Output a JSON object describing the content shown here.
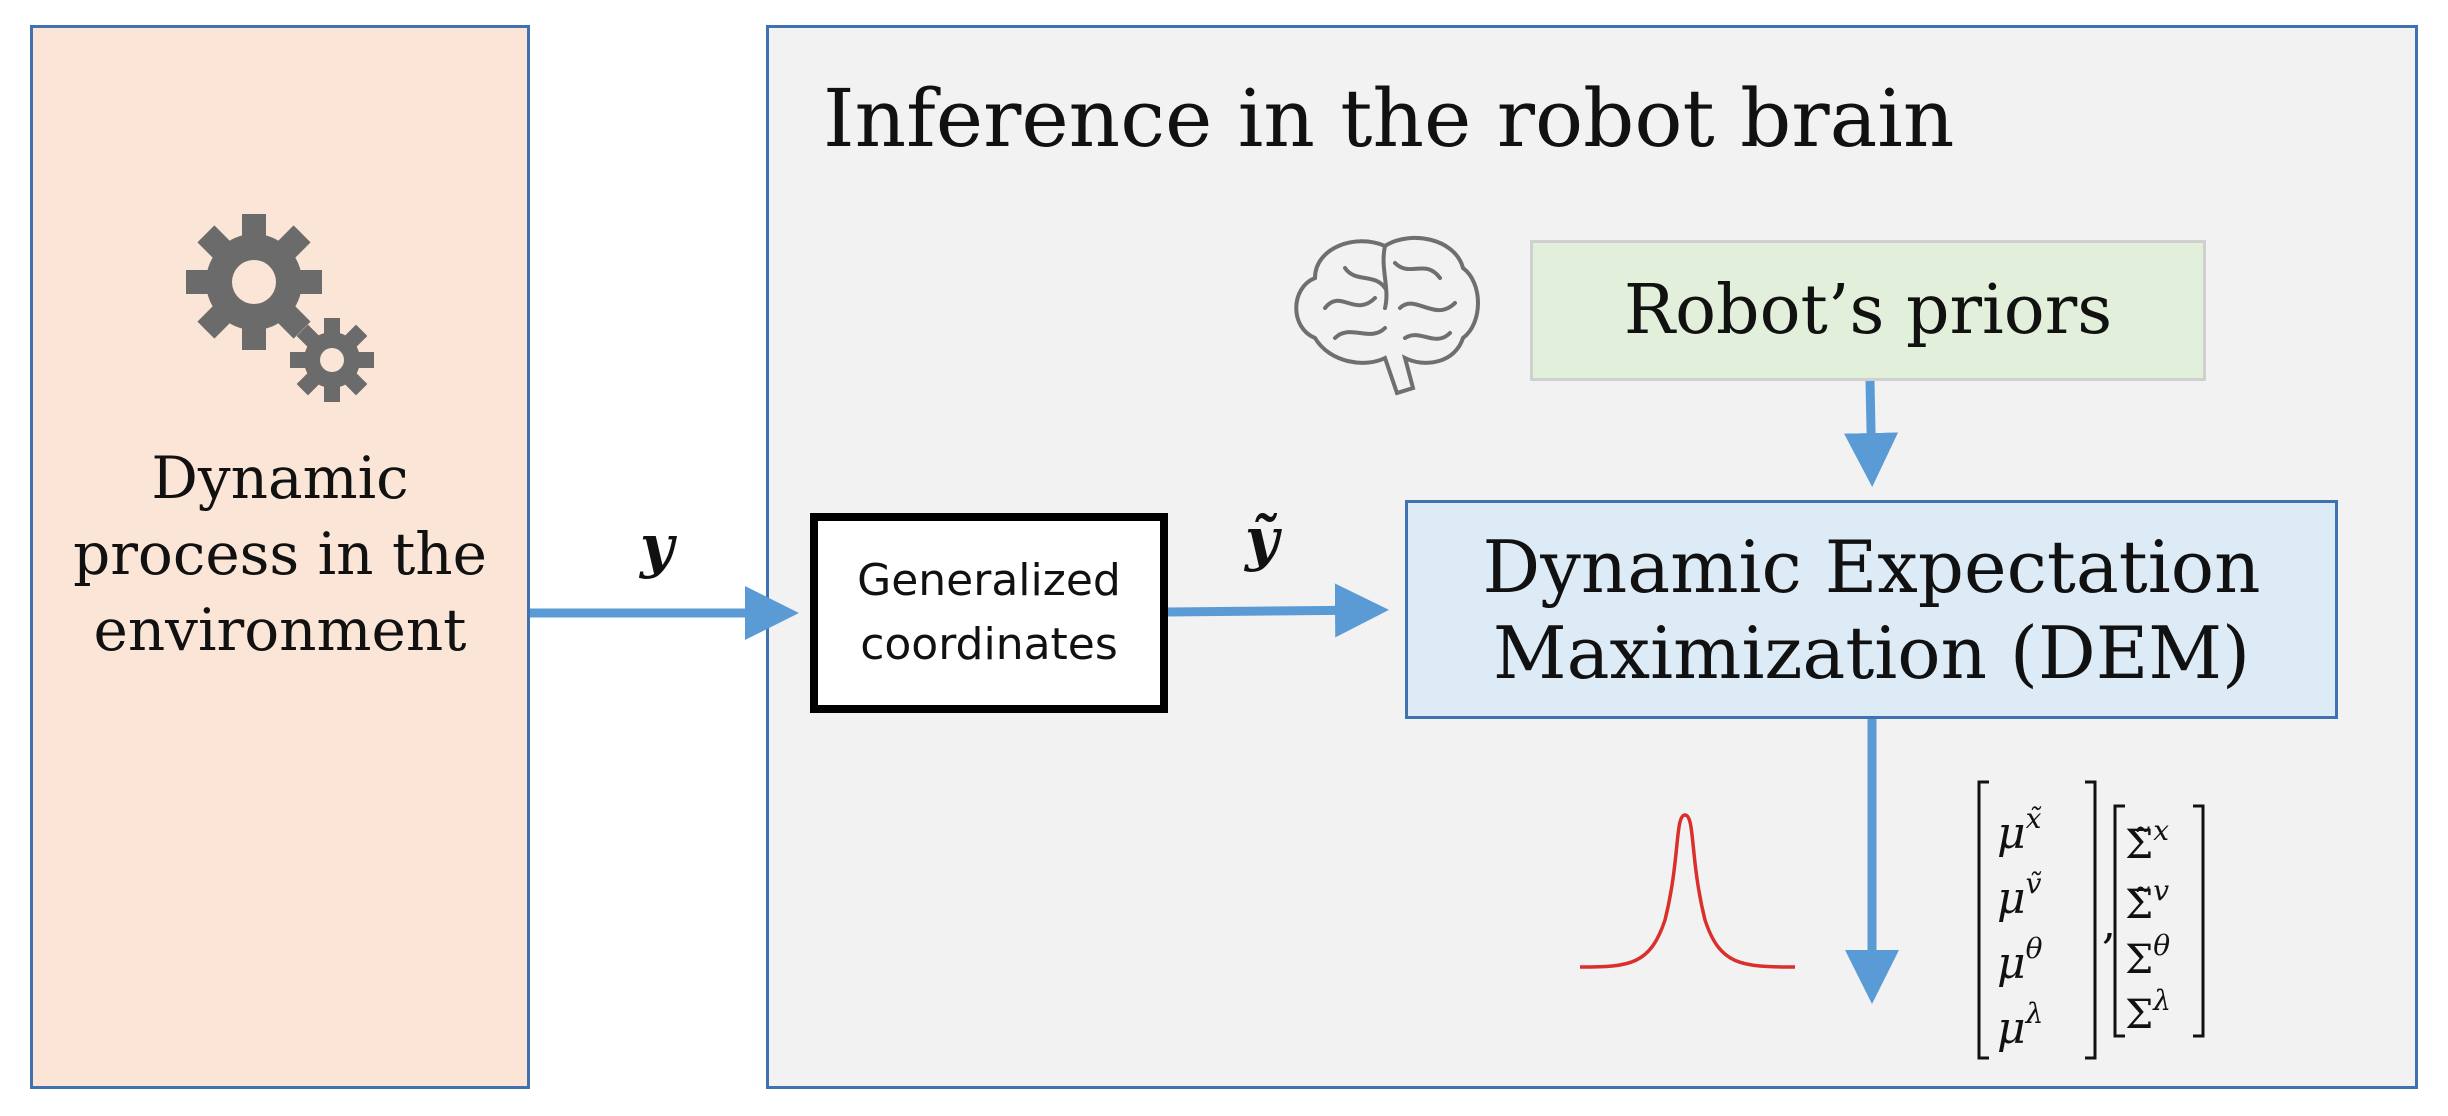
{
  "environment": {
    "label_lines": [
      "Dynamic",
      "process in the",
      "environment"
    ],
    "icon": "gears-icon"
  },
  "signal_y": "y",
  "signal_y_tilde": "ỹ",
  "brain": {
    "title": "Inference in the robot brain",
    "icon": "brain-icon",
    "priors_label": "Robot’s priors",
    "generalized_coordinates": [
      "Generalized",
      "coordinates"
    ],
    "dem_lines": [
      "Dynamic Expectation",
      "Maximization (DEM)"
    ]
  },
  "output": {
    "distribution_icon": "gaussian-curve-icon",
    "means": [
      "μ^x̃",
      "μ^ṽ",
      "μ^θ",
      "μ^λ"
    ],
    "covariances": [
      "Σ̃^x",
      "Σ̃^v",
      "Σ^θ",
      "Σ^λ"
    ]
  },
  "colors": {
    "environment_fill": "#fbe5d6",
    "brain_fill": "#f2f2f2",
    "priors_fill": "#e2efda",
    "dem_fill": "#ddebf7",
    "arrow": "#5b9bd5",
    "border": "#3f72af",
    "curve": "#d9302c"
  }
}
